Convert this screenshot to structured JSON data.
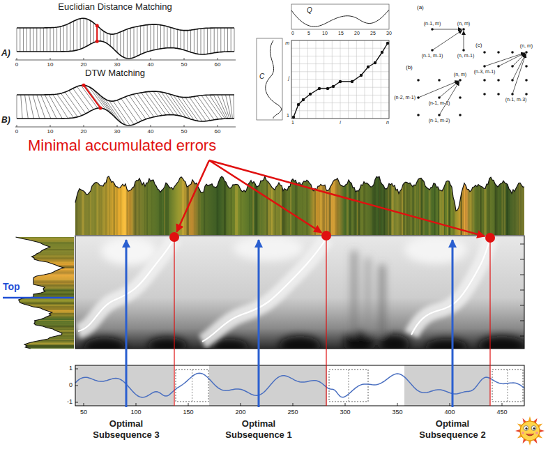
{
  "diagram": {
    "labels": [
      "Euclidian Distance Matching",
      "A)",
      "0",
      "10",
      "20",
      "30",
      "40",
      "50",
      "60",
      "DTW Matching",
      "B)",
      "0",
      "10",
      "20",
      "30",
      "40",
      "50",
      "60",
      "Q",
      "0",
      "5",
      "10",
      "15",
      "20",
      "25",
      "30",
      "C",
      "m",
      "j",
      "1",
      "1",
      "i",
      "n",
      "(a)",
      "(n-1, m)",
      "(n, m)",
      "(n-1, m-1)",
      "(n, m-1)",
      "(b)",
      "(n, m)",
      "(n-2, m-1)",
      "(n-1, m-1)",
      "(n-1, m-2)",
      "(c)",
      "(n, m)",
      "(n-3, m-1)",
      "(n-1, m-3)",
      "Minimal accumulated errors",
      "Top",
      "1",
      "0",
      "-1",
      "50",
      "100",
      "150",
      "200",
      "250",
      "300",
      "350",
      "400",
      "450",
      "Optimal Subsequence 3",
      "Optimal Subsequence 1",
      "Optimal Subsequence 2"
    ]
  }
}
